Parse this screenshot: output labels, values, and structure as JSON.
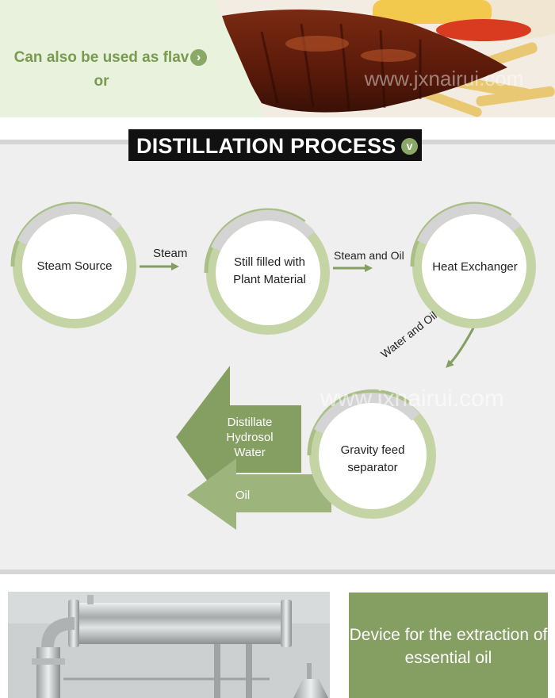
{
  "banner": {
    "text": "Can also be used as flav or",
    "arrow_glyph": "›",
    "watermark": "www.jxnairui.com"
  },
  "process": {
    "title": "DISTILLATION PROCESS",
    "badge_glyph": "v",
    "nodes": {
      "steam_source": "Steam Source",
      "still": "Still filled with Plant Material",
      "heat_exchanger": "Heat Exchanger",
      "separator": "Gravity feed separator"
    },
    "connectors": {
      "steam": "Steam",
      "steam_and_oil": "Steam and Oil",
      "water_and_oil": "Water and Oil"
    },
    "outputs": {
      "distillate": "Distillate Hydrosol Water",
      "oil": "Oil"
    },
    "watermark": "www.jxnairui.com"
  },
  "device": {
    "text": "Device for the extraction of essential oil"
  },
  "colors": {
    "green_dark": "#859e62",
    "green_light": "#c4d4a4",
    "ring_grey": "#d4d4d4",
    "panel_bg": "#efefef"
  }
}
